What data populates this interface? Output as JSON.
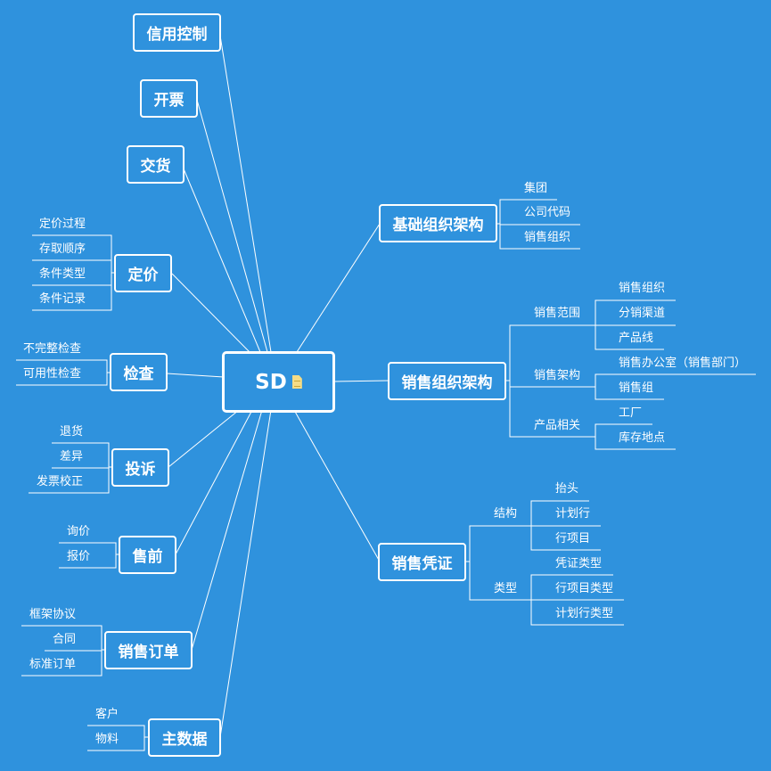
{
  "root": {
    "label": "SD",
    "icon": "document-icon"
  },
  "left_branches": {
    "credit_control": "信用控制",
    "invoicing": "开票",
    "delivery": "交货",
    "pricing": {
      "label": "定价",
      "children": [
        "定价过程",
        "存取顺序",
        "条件类型",
        "条件记录"
      ]
    },
    "check": {
      "label": "检查",
      "children": [
        "不完整检查",
        "可用性检查"
      ]
    },
    "complaint": {
      "label": "投诉",
      "children": [
        "退货",
        "差异",
        "发票校正"
      ]
    },
    "presales": {
      "label": "售前",
      "children": [
        "询价",
        "报价"
      ]
    },
    "sales_order": {
      "label": "销售订单",
      "children": [
        "框架协议",
        "合同",
        "标准订单"
      ]
    },
    "master_data": {
      "label": "主数据",
      "children": [
        "客户",
        "物料"
      ]
    }
  },
  "right_branches": {
    "base_org": {
      "label": "基础组织架构",
      "children": [
        "集团",
        "公司代码",
        "销售组织"
      ]
    },
    "sales_org": {
      "label": "销售组织架构",
      "groups": [
        {
          "label": "销售范围",
          "children": [
            "销售组织",
            "分销渠道",
            "产品线"
          ]
        },
        {
          "label": "销售架构",
          "children": [
            "销售办公室（销售部门）",
            "销售组"
          ]
        },
        {
          "label": "产品相关",
          "children": [
            "工厂",
            "库存地点"
          ]
        }
      ]
    },
    "sales_doc": {
      "label": "销售凭证",
      "groups": [
        {
          "label": "结构",
          "children": [
            "抬头",
            "计划行",
            "行项目"
          ]
        },
        {
          "label": "类型",
          "children": [
            "凭证类型",
            "行项目类型",
            "计划行类型"
          ]
        }
      ]
    }
  }
}
